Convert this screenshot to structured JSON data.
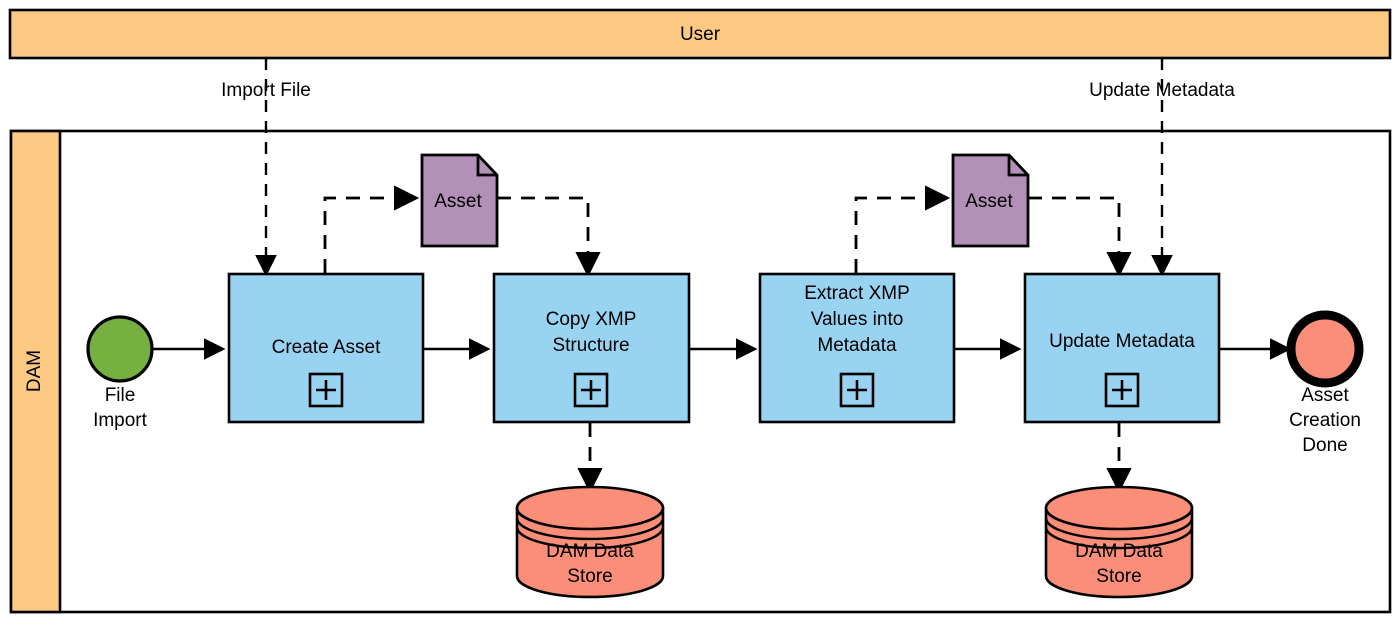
{
  "diagram": {
    "type": "bpmn-collaboration",
    "title": "Asset Creation Process",
    "colors": {
      "pool_header_fill": "#FBC981",
      "task_fill": "#99D3F2",
      "data_object_fill": "#B390B8",
      "data_store_fill": "#FA8E78",
      "start_event_fill": "#76B041",
      "end_event_fill": "#FA8E78",
      "stroke": "#000000",
      "background": "#FFFFFF"
    },
    "pools": [
      {
        "id": "user-pool",
        "label": "User",
        "orientation": "horizontal-banner"
      },
      {
        "id": "dam-pool",
        "label": "DAM",
        "orientation": "vertical-lane-header"
      }
    ],
    "events": [
      {
        "id": "start-file-import",
        "label": "File Import",
        "kind": "start"
      },
      {
        "id": "end-asset-creation-done",
        "label": "Asset Creation Done",
        "kind": "end"
      }
    ],
    "tasks": [
      {
        "id": "task-create-asset",
        "label": "Create Asset",
        "marker": "sub-process-plus"
      },
      {
        "id": "task-copy-xmp-structure",
        "label": "Copy XMP Structure",
        "marker": "sub-process-plus"
      },
      {
        "id": "task-extract-xmp-values",
        "label": "Extract XMP Values into Metadata",
        "marker": "sub-process-plus"
      },
      {
        "id": "task-update-metadata",
        "label": "Update Metadata",
        "marker": "sub-process-plus"
      }
    ],
    "data_objects": [
      {
        "id": "data-object-asset-1",
        "label": "Asset"
      },
      {
        "id": "data-object-asset-2",
        "label": "Asset"
      }
    ],
    "data_stores": [
      {
        "id": "data-store-dam-1",
        "label": "DAM Data Store"
      },
      {
        "id": "data-store-dam-2",
        "label": "DAM Data Store"
      }
    ],
    "message_flows": [
      {
        "id": "message-import-file",
        "label": "Import File",
        "from": "user-pool",
        "to": "task-create-asset"
      },
      {
        "id": "message-update-metadata",
        "label": "Update Metadata",
        "from": "user-pool",
        "to": "task-update-metadata"
      }
    ],
    "text": {
      "user_pool_label": "User",
      "dam_pool_label": "DAM",
      "start_event_label_line1": "File",
      "start_event_label_line2": "Import",
      "end_event_label_line1": "Asset",
      "end_event_label_line2": "Creation",
      "end_event_label_line3": "Done",
      "task1_label": "Create Asset",
      "task2_label_line1": "Copy XMP",
      "task2_label_line2": "Structure",
      "task3_label_line1": "Extract XMP",
      "task3_label_line2": "Values into",
      "task3_label_line3": "Metadata",
      "task4_label": "Update Metadata",
      "asset1_label": "Asset",
      "asset2_label": "Asset",
      "datastore1_label_line1": "DAM Data",
      "datastore1_label_line2": "Store",
      "datastore2_label_line1": "DAM Data",
      "datastore2_label_line2": "Store",
      "message_flow1_label": "Import File",
      "message_flow2_label": "Update Metadata"
    }
  }
}
